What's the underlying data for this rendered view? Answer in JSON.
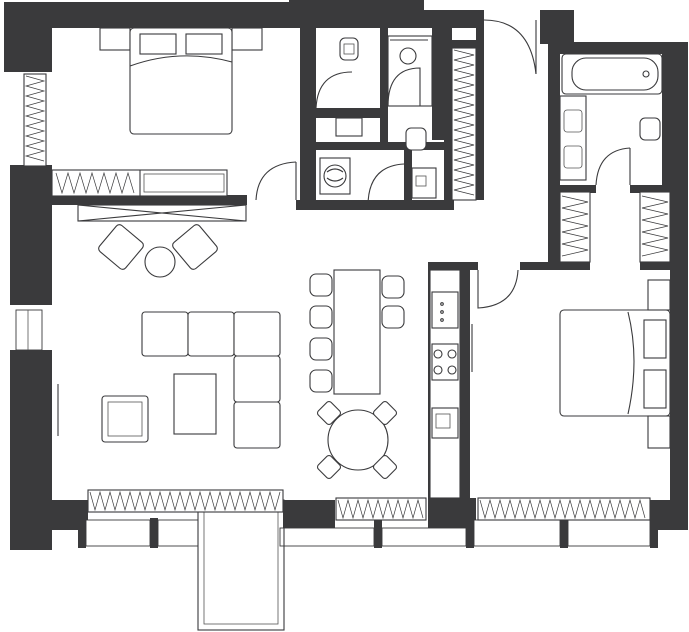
{
  "plan": {
    "rooms": [
      "bedroom-master",
      "bathroom",
      "toilet",
      "laundry",
      "hallway",
      "living-kitchen",
      "bedroom-second",
      "bathroom-second",
      "balcony"
    ]
  }
}
